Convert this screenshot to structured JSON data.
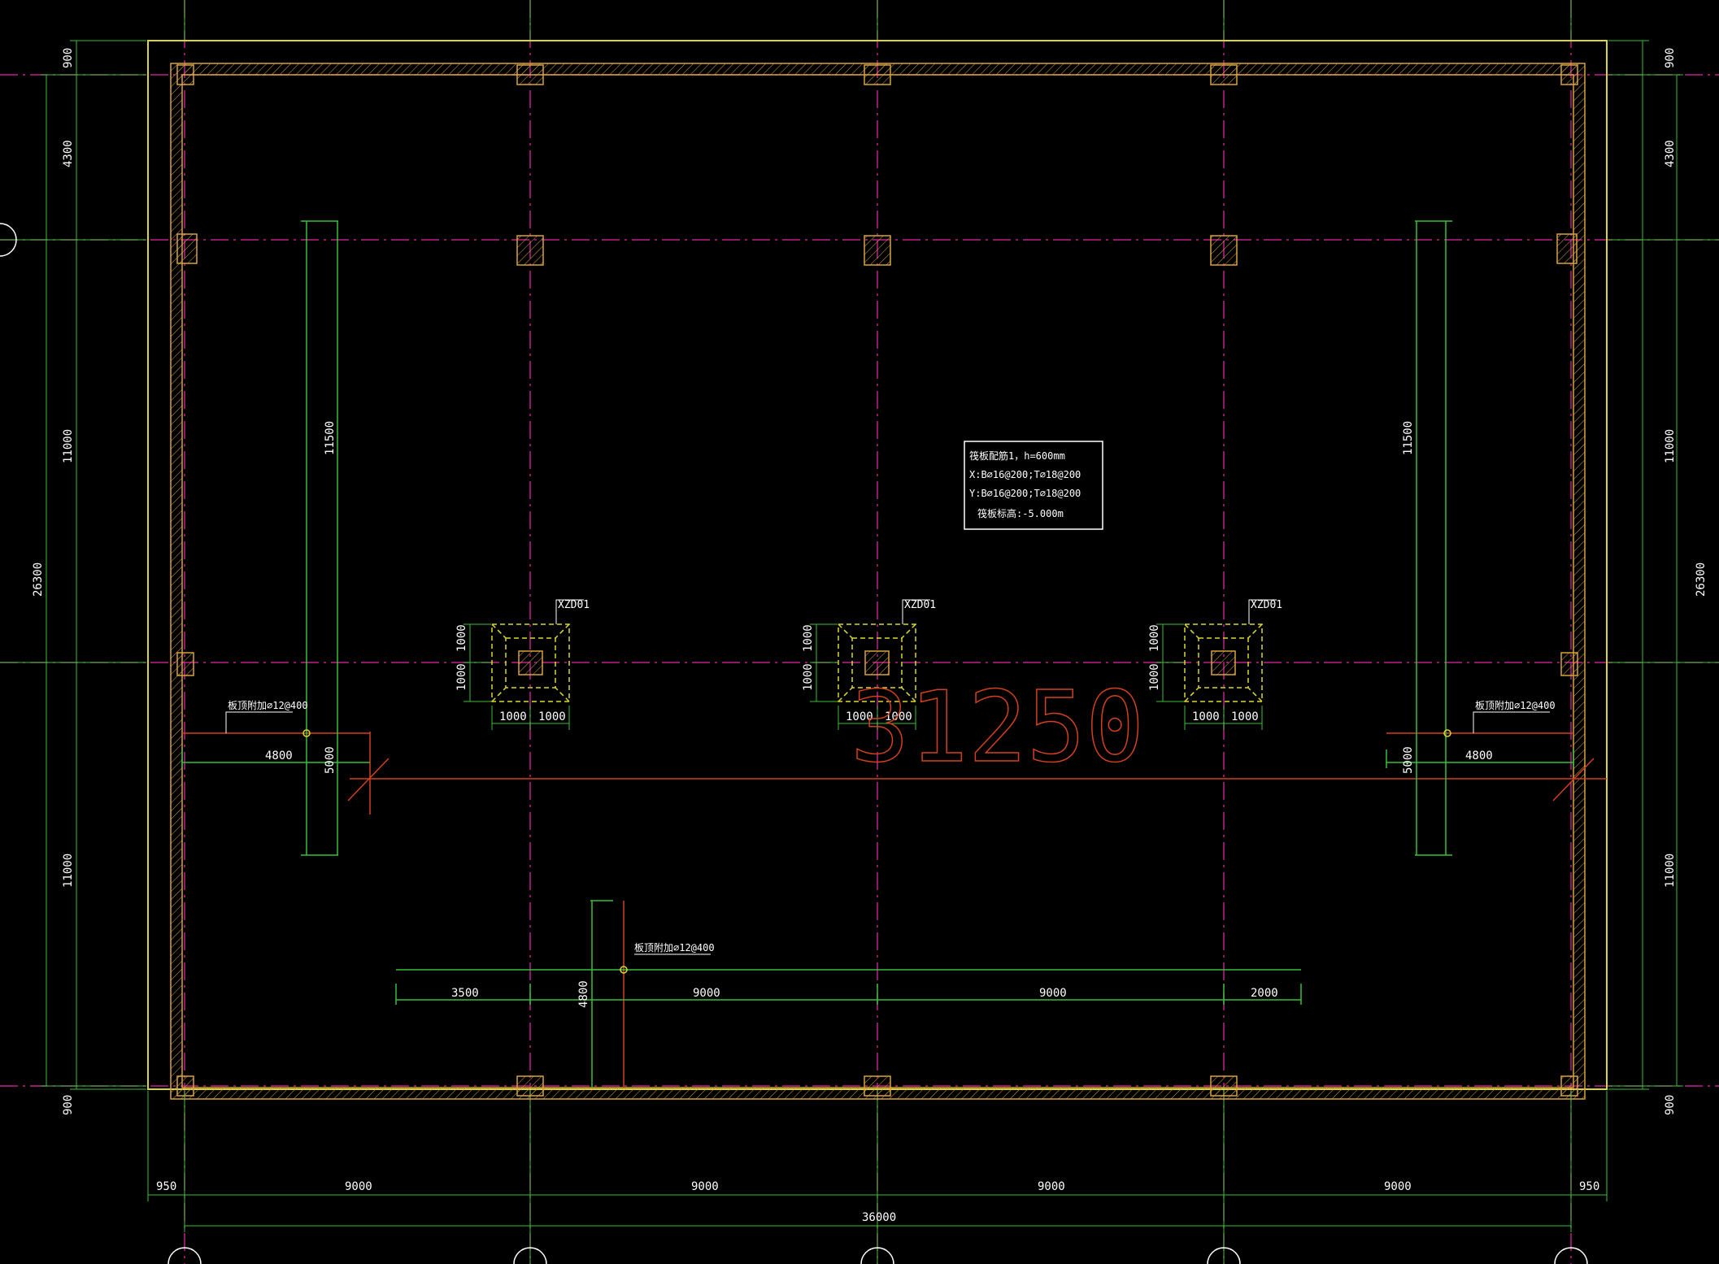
{
  "colors": {
    "background": "#000000",
    "axis": "#c0208c",
    "wall": "#d8a33a",
    "boundary": "#d8d830",
    "dimension": "#38c038",
    "accent": "#d2401f",
    "text": "#ffffff"
  },
  "drawing": {
    "legend": {
      "line1": "筏板配筋1，h=600mm",
      "line2": "X:B⌀16@200;T⌀18@200",
      "line3": "Y:B⌀16@200;T⌀18@200",
      "line4": "筏板标高:-5.000m"
    },
    "column_tag": "XZD01",
    "stirrup_note": "板顶附加⌀12@400",
    "big_label": "31250",
    "top_dims": {
      "left": [
        "900",
        "4300",
        "11000",
        "26300",
        "11000",
        "900"
      ],
      "right": [
        "900",
        "4300",
        "11000",
        "26300",
        "11000",
        "900"
      ]
    },
    "bottom_dims": {
      "spans": [
        "950",
        "9000",
        "9000",
        "9000",
        "9000",
        "950"
      ],
      "total": "36000"
    },
    "pad_dims": [
      "1000",
      "1000"
    ],
    "rebar_dims": {
      "left_vertical": "11500",
      "right_vertical": "11500",
      "left_horizontal": "4800",
      "left_short": "5000",
      "right_horizontal": "4800",
      "right_short": "5000",
      "bottom_vertical": "4800",
      "bottom_spans": [
        "3500",
        "9000",
        "9000",
        "2000"
      ]
    }
  }
}
